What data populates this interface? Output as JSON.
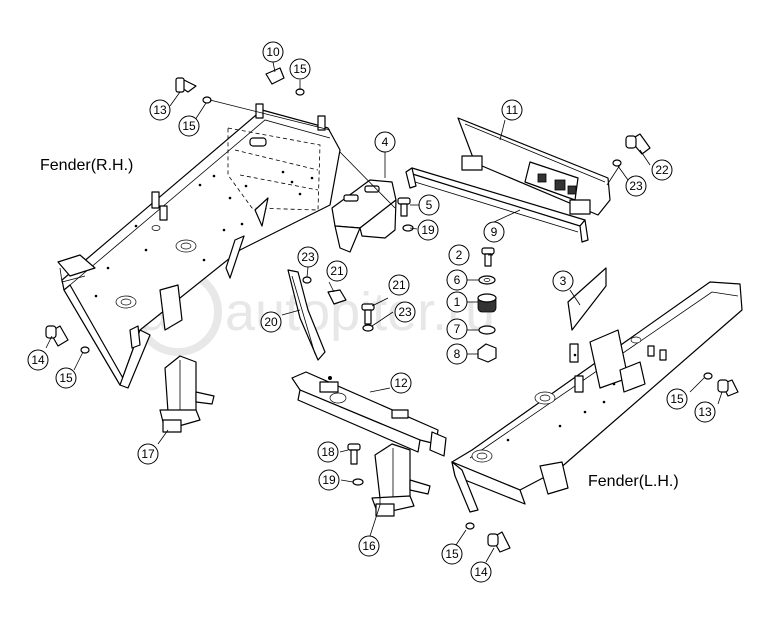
{
  "labels": {
    "fender_rh": "Fender(R.H.)",
    "fender_lh": "Fender(L.H.)"
  },
  "watermark": "autopiter.ru",
  "callouts": [
    {
      "id": "c10",
      "text": "10"
    },
    {
      "id": "c15a",
      "text": "15"
    },
    {
      "id": "c13a",
      "text": "13"
    },
    {
      "id": "c15b",
      "text": "15"
    },
    {
      "id": "c4",
      "text": "4"
    },
    {
      "id": "c11",
      "text": "11"
    },
    {
      "id": "c22",
      "text": "22"
    },
    {
      "id": "c23a",
      "text": "23"
    },
    {
      "id": "c5",
      "text": "5"
    },
    {
      "id": "c19a",
      "text": "19"
    },
    {
      "id": "c9",
      "text": "9"
    },
    {
      "id": "c2",
      "text": "2"
    },
    {
      "id": "c23b",
      "text": "23"
    },
    {
      "id": "c21a",
      "text": "21"
    },
    {
      "id": "c21b",
      "text": "21"
    },
    {
      "id": "c23c",
      "text": "23"
    },
    {
      "id": "c20",
      "text": "20"
    },
    {
      "id": "c6",
      "text": "6"
    },
    {
      "id": "c1",
      "text": "1"
    },
    {
      "id": "c7",
      "text": "7"
    },
    {
      "id": "c8",
      "text": "8"
    },
    {
      "id": "c3",
      "text": "3"
    },
    {
      "id": "c12",
      "text": "12"
    },
    {
      "id": "c14a",
      "text": "14"
    },
    {
      "id": "c15c",
      "text": "15"
    },
    {
      "id": "c17",
      "text": "17"
    },
    {
      "id": "c15d",
      "text": "15"
    },
    {
      "id": "c13b",
      "text": "13"
    },
    {
      "id": "c18",
      "text": "18"
    },
    {
      "id": "c19b",
      "text": "19"
    },
    {
      "id": "c16",
      "text": "16"
    },
    {
      "id": "c15e",
      "text": "15"
    },
    {
      "id": "c14b",
      "text": "14"
    }
  ]
}
